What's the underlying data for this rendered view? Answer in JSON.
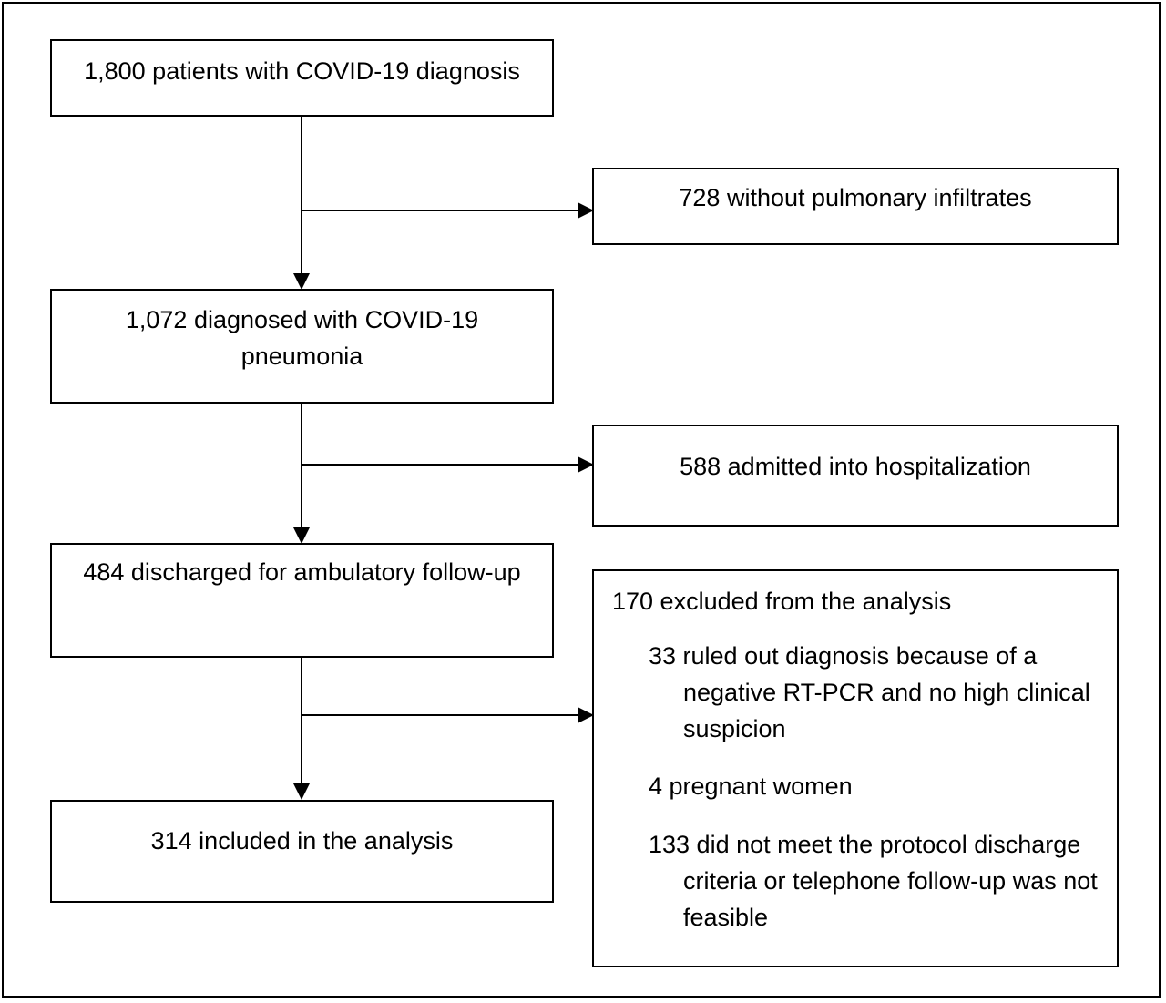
{
  "boxes": {
    "total": "1,800 patients with COVID-19 diagnosis",
    "no_infiltrates": "728 without pulmonary infiltrates",
    "pneumonia": "1,072 diagnosed with COVID-19 pneumonia",
    "hospitalized": "588 admitted into hospitalization",
    "discharged": "484 discharged for ambulatory follow-up",
    "included": "314 included in the analysis"
  },
  "excluded": {
    "title": "170 excluded from the analysis",
    "reasons": [
      "33 ruled out diagnosis because of a negative RT-PCR and no high clinical suspicion",
      "4 pregnant women",
      "133 did not meet the protocol discharge criteria or telephone follow-up was not feasible"
    ]
  }
}
